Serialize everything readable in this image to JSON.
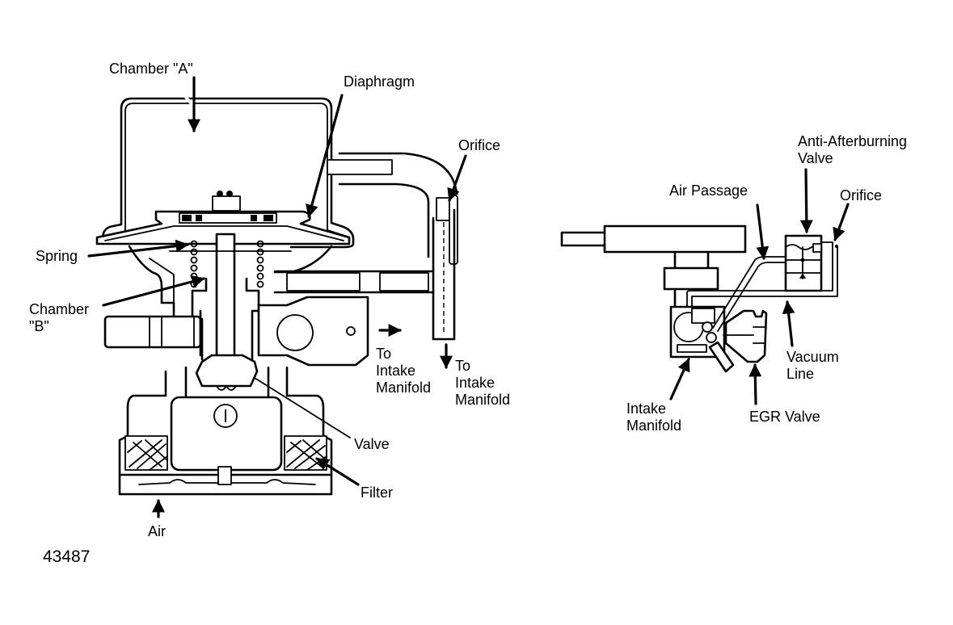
{
  "figure_id": "43487",
  "left_diagram": {
    "title": "Anti-afterburning valve cross-section",
    "labels": {
      "chamber_a": "Chamber \"A\"",
      "diaphragm": "Diaphragm",
      "orifice": "Orifice",
      "spring": "Spring",
      "chamber_b": "Chamber\n\"B\"",
      "to_intake_1": "To\nIntake\nManifold",
      "to_intake_2": "To\nIntake\nManifold",
      "valve": "Valve",
      "filter": "Filter",
      "air": "Air"
    }
  },
  "right_diagram": {
    "title": "Installed system layout",
    "labels": {
      "anti_afterburning_valve": "Anti-Afterburning\nValve",
      "air_passage": "Air Passage",
      "orifice": "Orifice",
      "vacuum_line": "Vacuum\nLine",
      "intake_manifold": "Intake\nManifold",
      "egr_valve": "EGR Valve"
    }
  }
}
